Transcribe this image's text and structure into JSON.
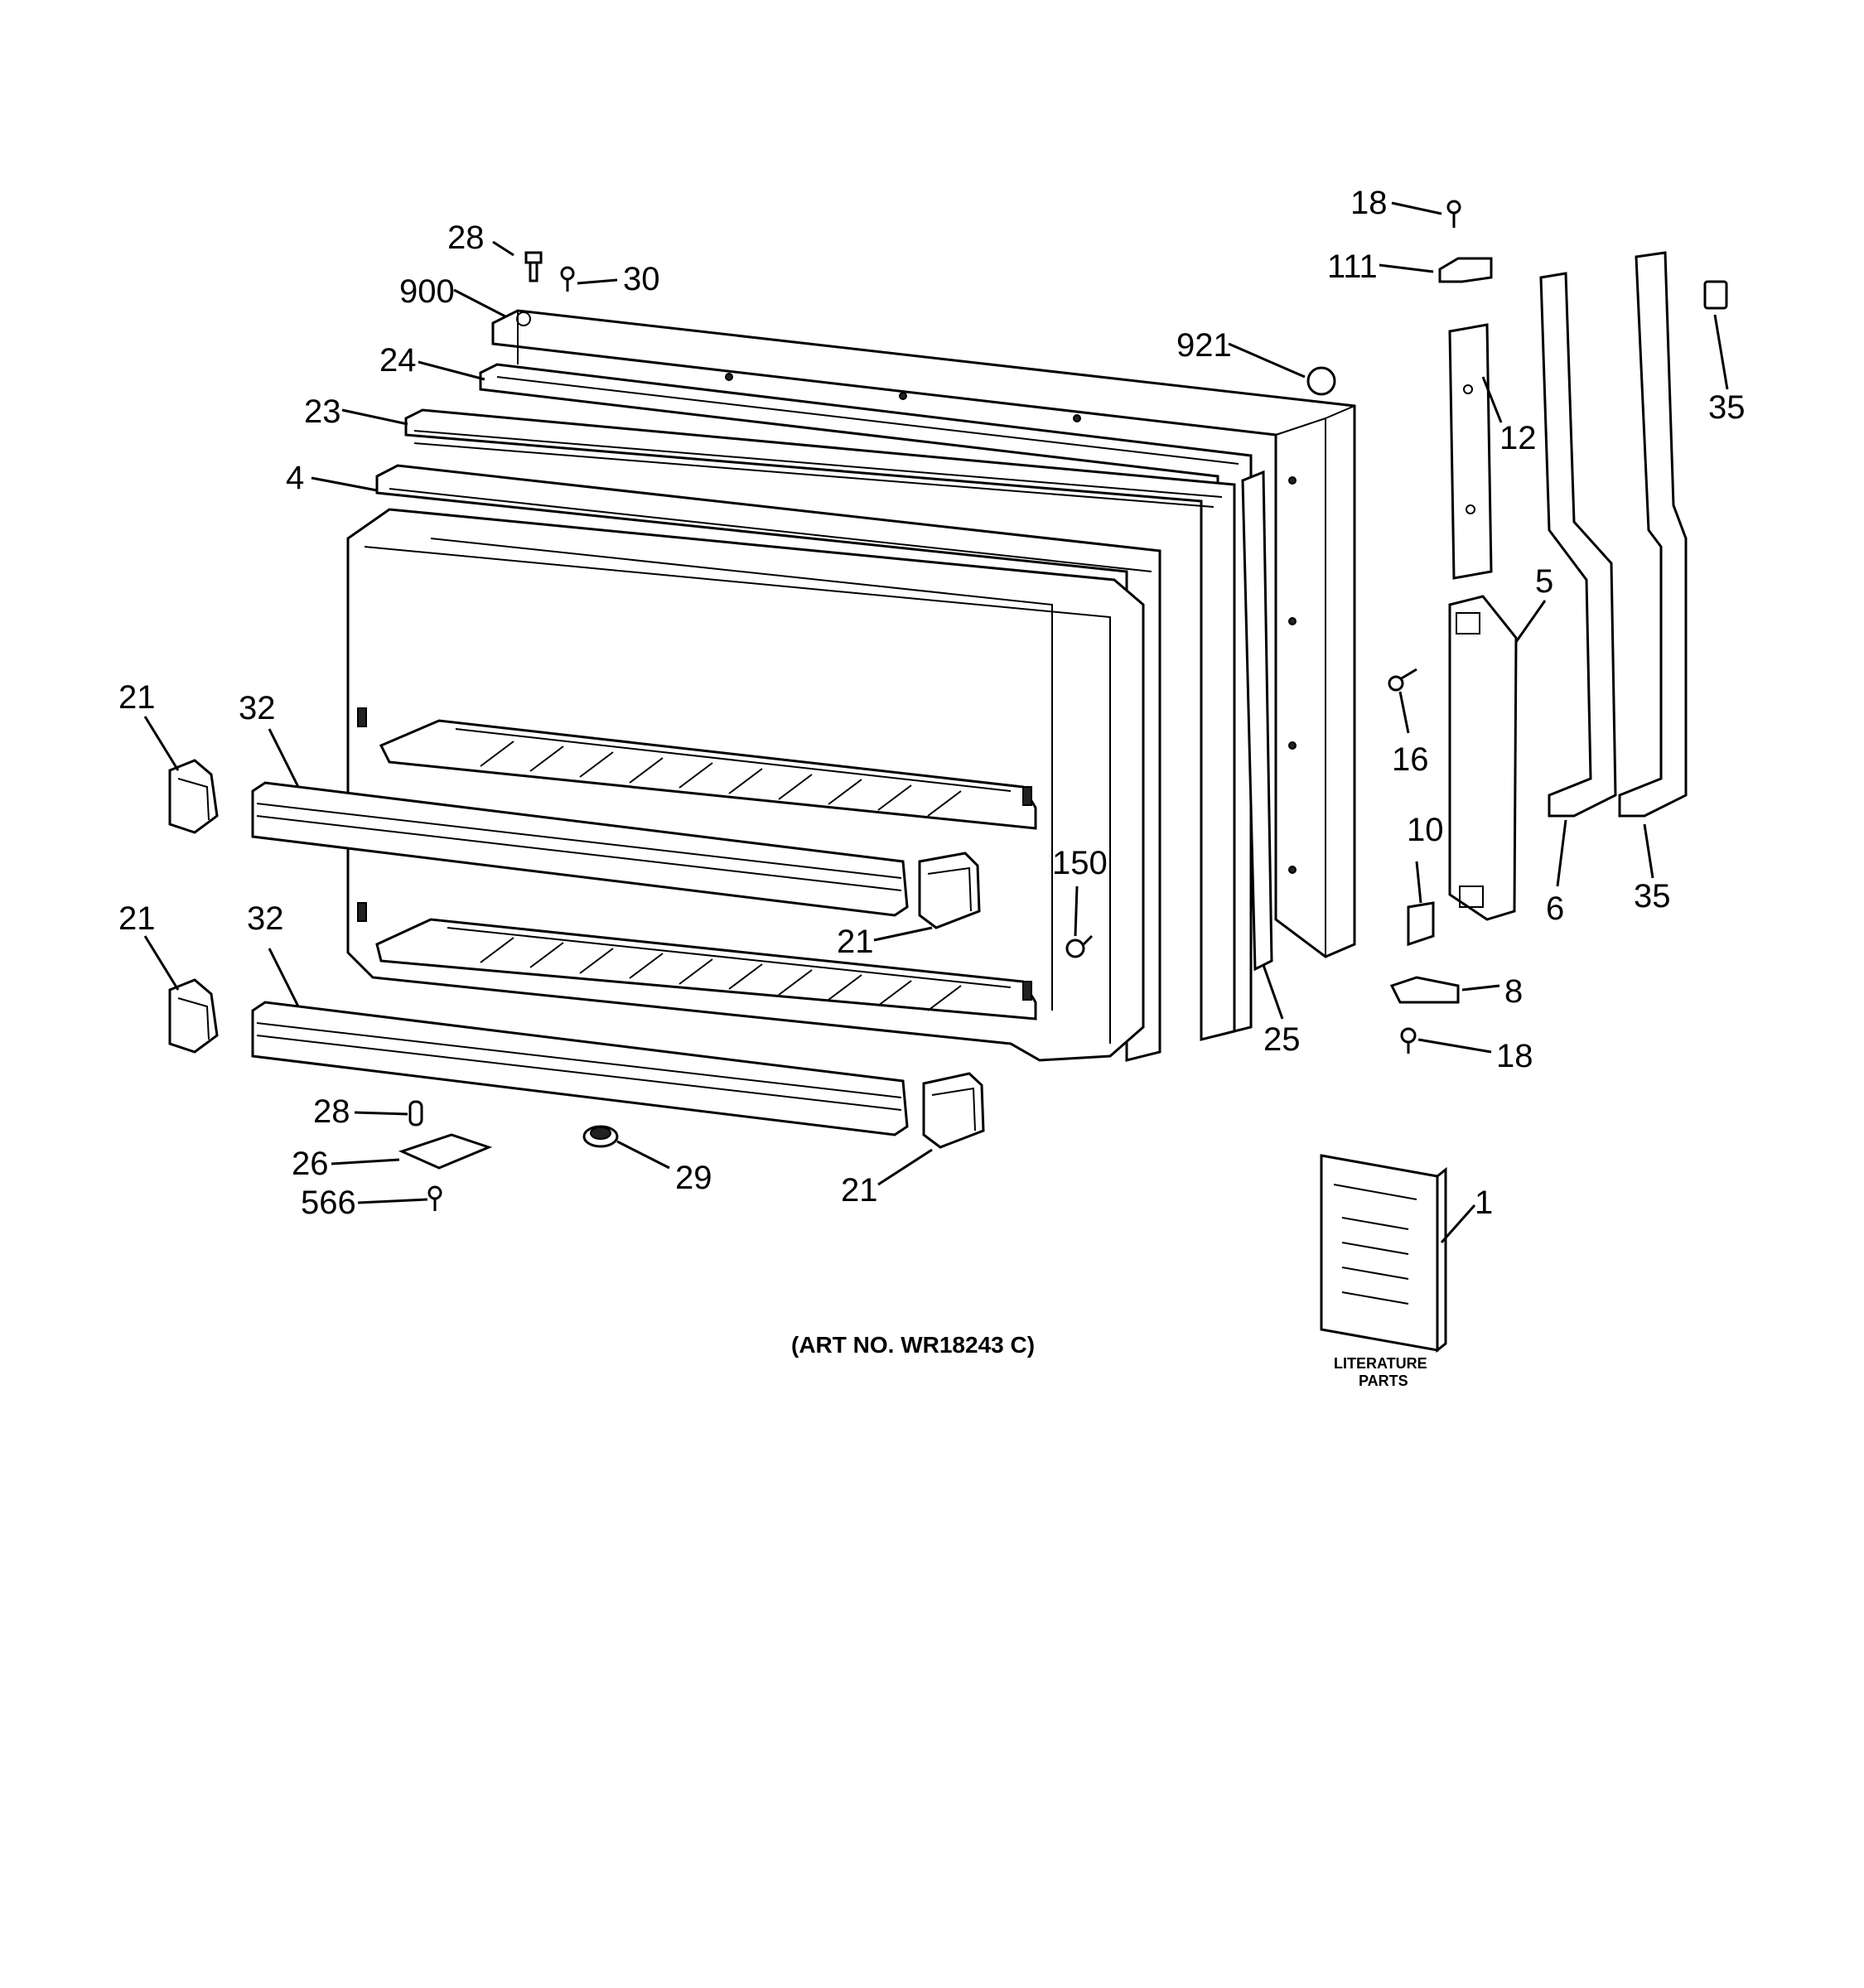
{
  "diagram": {
    "callouts": {
      "c18a": "18",
      "c111": "111",
      "c12": "12",
      "c35a": "35",
      "c5": "5",
      "c16": "16",
      "c6": "6",
      "c35b": "35",
      "c10": "10",
      "c8": "8",
      "c18b": "18",
      "c28a": "28",
      "c30": "30",
      "c900": "900",
      "c921": "921",
      "c24": "24",
      "c23": "23",
      "c4": "4",
      "c21a": "21",
      "c32a": "32",
      "c150": "150",
      "c21b": "21",
      "c21c": "21",
      "c32b": "32",
      "c25": "25",
      "c28b": "28",
      "c26": "26",
      "c566": "566",
      "c29": "29",
      "c21d": "21",
      "c1": "1"
    },
    "art_number": "(ART NO. WR18243 C)",
    "literature_label_line1": "LITERATURE",
    "literature_label_line2": "PARTS"
  }
}
